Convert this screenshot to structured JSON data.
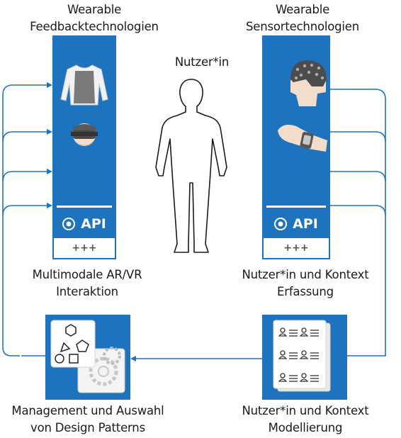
{
  "labels": {
    "feedback_top": [
      "Wearable",
      "Feedbacktechnologien"
    ],
    "sensor_top": [
      "Wearable",
      "Sensortechnologien"
    ],
    "user": "Nutzer*in",
    "multimodal": [
      "Multimodale AR/VR",
      "Interaktion"
    ],
    "context_capture": [
      "Nutzer*in und Kontext",
      "Erfassung"
    ],
    "patterns": [
      "Management und Auswahl",
      "von Design Patterns"
    ],
    "modelling": [
      "Nutzer*in und Kontext",
      "Modellierung"
    ]
  },
  "left_panel": {
    "api_label": "API",
    "footer": "+++"
  },
  "right_panel": {
    "api_label": "API",
    "footer": "+++"
  },
  "icons": [
    "vest-icon",
    "vr-headset-icon",
    "person-outline-icon",
    "eeg-cap-icon",
    "smartwatch-icon",
    "user-list-documents-icon",
    "design-patterns-icon",
    "api-target-icon",
    "arrow-icon"
  ],
  "colors": {
    "accent": "#1e73be",
    "outline": "#1a1a1a",
    "background": "#ffffff"
  }
}
